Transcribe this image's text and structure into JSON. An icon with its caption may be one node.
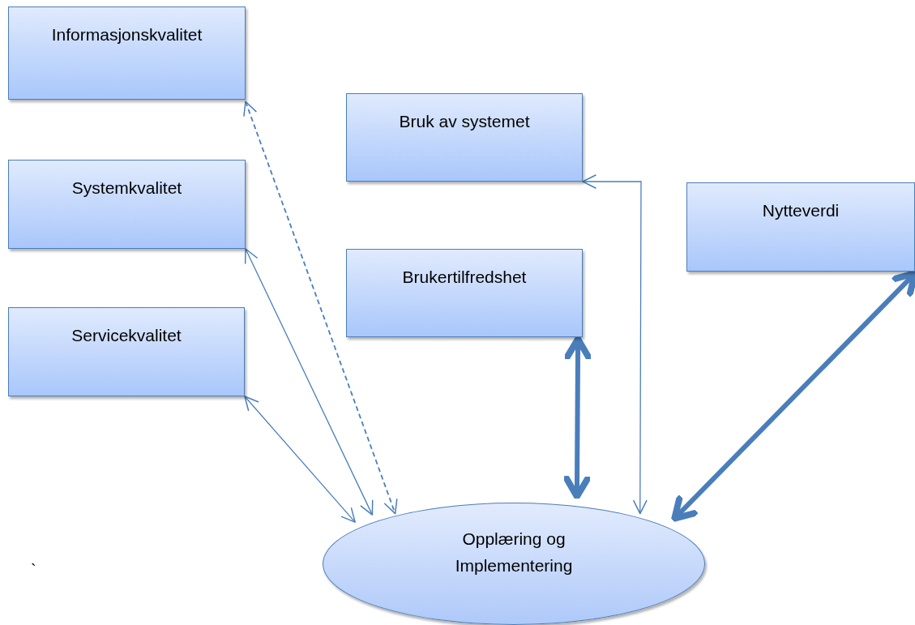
{
  "diagram": {
    "nodes": [
      {
        "text": [
          "Informasjonskvalitet"
        ]
      },
      {
        "text": [
          "Bruk av systemet"
        ]
      },
      {
        "text": [
          "Systemkvalitet"
        ]
      },
      {
        "text": [
          "Nytteverdi"
        ]
      },
      {
        "text": [
          "Brukertilfredshet"
        ]
      },
      {
        "text": [
          "Servicekvalitet"
        ]
      },
      {
        "text": [
          "Opplæring og Implementering"
        ]
      }
    ],
    "edges": [
      {
        "from": 0,
        "to": 6,
        "arrow": "both",
        "style": "dashed"
      },
      {
        "from": 2,
        "to": 6,
        "arrow": "both"
      },
      {
        "from": 5,
        "to": 6,
        "arrow": "both"
      },
      {
        "from": 4,
        "to": 6,
        "arrow": "both",
        "style": "thick"
      },
      {
        "from": 1,
        "to": 6,
        "arrow": "both"
      },
      {
        "from": 3,
        "to": 6,
        "arrow": "both",
        "style": "thick"
      }
    ],
    "labels": [
      "`"
    ]
  }
}
